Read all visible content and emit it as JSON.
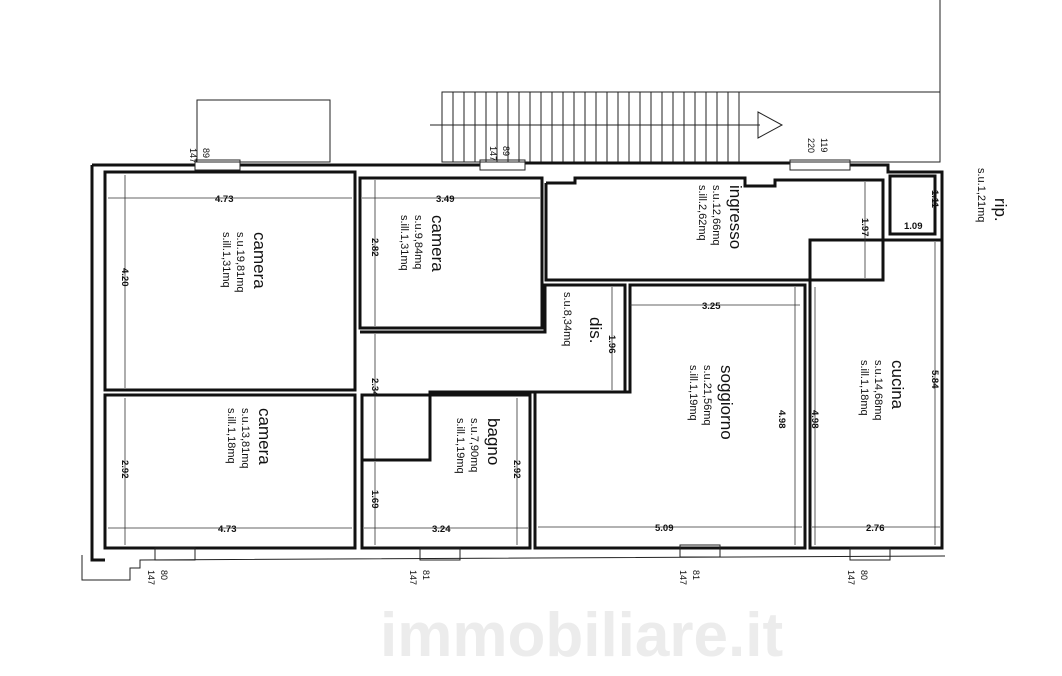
{
  "watermark": "immobiliare.it",
  "rooms": [
    {
      "name": "camera",
      "su": "s.u.19,81mq",
      "sill": "s.ill.1,31mq"
    },
    {
      "name": "camera",
      "su": "s.u.9,84mq",
      "sill": "s.ill.1,31mq"
    },
    {
      "name": "ingresso",
      "su": "s.u.12,66mq",
      "sill": "s.ill.2,62mq"
    },
    {
      "name": "rip.",
      "su": "s.u.1,21mq"
    },
    {
      "name": "dis.",
      "su": "s.u.8,34mq"
    },
    {
      "name": "camera",
      "su": "s.u.13,81mq",
      "sill": "s.ill.1,18mq"
    },
    {
      "name": "bagno",
      "su": "s.u.7,90mq",
      "sill": "s.ill.1,19mq"
    },
    {
      "name": "soggiorno",
      "su": "s.u.21,56mq",
      "sill": "s.ill.1,19mq"
    },
    {
      "name": "cucina",
      "su": "s.u.14,68mq",
      "sill": "s.ill.1,18mq"
    }
  ],
  "dims": [
    "4.73",
    "3.49",
    "4.20",
    "2.82",
    "1.97",
    "1.11",
    "1.09",
    "3.25",
    "1.96",
    "2.34",
    "5.84",
    "4.98",
    "4.98",
    "2.92",
    "1.69",
    "2.92",
    "4.73",
    "3.24",
    "5.09",
    "2.76"
  ],
  "windows": [
    {
      "w": "89",
      "h": "147"
    },
    {
      "w": "89",
      "h": "147"
    },
    {
      "w": "119",
      "h": "220"
    },
    {
      "w": "80",
      "h": "147"
    },
    {
      "w": "81",
      "h": "147"
    },
    {
      "w": "81",
      "h": "147"
    },
    {
      "w": "80",
      "h": "147"
    }
  ]
}
